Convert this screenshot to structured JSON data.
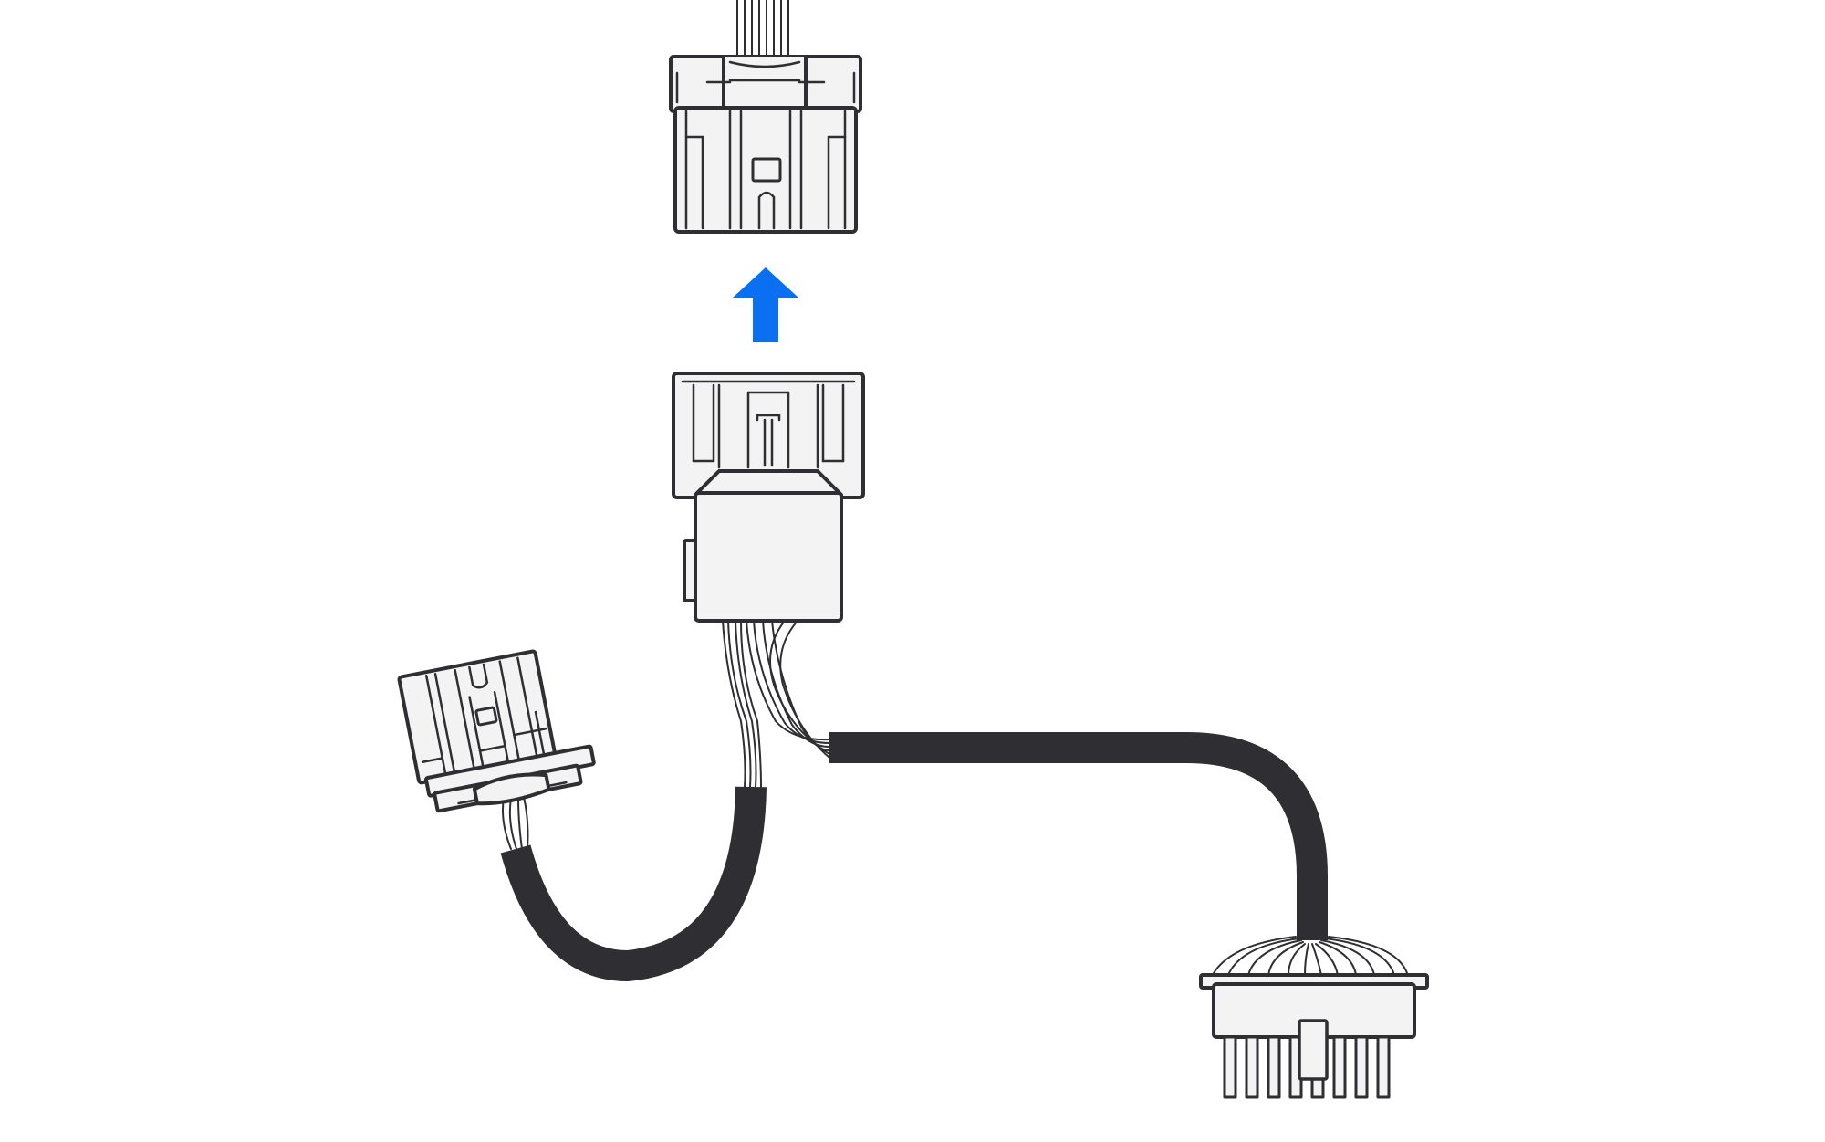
{
  "colors": {
    "background": "#ffffff",
    "outline": "#2f2e33",
    "part_fill": "#f3f3f3",
    "cable": "#2f2e33",
    "arrow": "#0a6ff0"
  },
  "icons": {
    "direction": "arrow-up-icon"
  },
  "parts": [
    "vehicle-connector",
    "harness-connector",
    "side-connector",
    "board-connector",
    "harness-cable-long",
    "harness-cable-short"
  ]
}
